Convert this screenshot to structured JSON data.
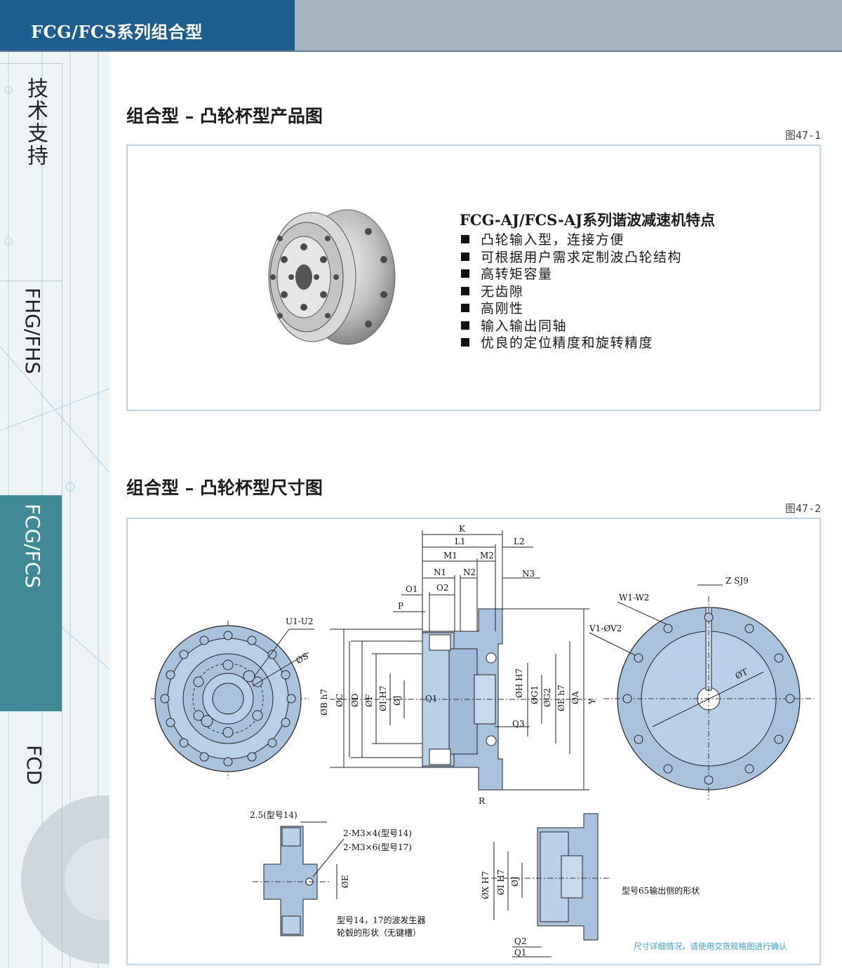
{
  "header": {
    "title": "FCG/FCS系列组合型"
  },
  "sidebar": {
    "tabs": [
      {
        "label": "技术支持"
      },
      {
        "label": "FHG/FHS"
      },
      {
        "label": "FCG/FCS"
      },
      {
        "label": "FCD"
      }
    ]
  },
  "section1": {
    "title": "组合型 – 凸轮杯型产品图",
    "figure_label": "图47-1",
    "features_title": "FCG-AJ/FCS-AJ系列谐波减速机特点",
    "features": [
      "凸轮输入型，连接方便",
      "可根据用户需求定制波凸轮结构",
      "高转矩容量",
      "无齿隙",
      "高刚性",
      "输入输出同轴",
      "优良的定位精度和旋转精度"
    ]
  },
  "section2": {
    "title": "组合型 – 凸轮杯型尺寸图",
    "figure_label": "图47-2",
    "labels": {
      "K": "K",
      "L1": "L1",
      "L2": "L2",
      "M1": "M1",
      "M2": "M2",
      "N1": "N1",
      "N2": "N2",
      "N3": "N3",
      "O1": "O1",
      "O2": "O2",
      "P": "P",
      "U1U2": "U1-U2",
      "S": "ØS",
      "B": "ØB h7",
      "C": "ØC",
      "D": "ØD",
      "F": "ØF",
      "I": "ØI H7",
      "J": "ØJ",
      "Q1": "Q1",
      "H": "ØH H7",
      "G1": "ØG1",
      "G2": "ØG2",
      "E": "ØE h7",
      "A": "ØA",
      "Q3": "Q3",
      "R": "R",
      "Y": "Y",
      "ZSJ9": "Z SJ9",
      "W1W2": "W1-W2",
      "V1V2": "V1-ØV2",
      "T": "ØT",
      "dim25": "2.5(型号14)",
      "m3x4": "2-M3×4(型号14)",
      "m3x6": "2-M3×6(型号17)",
      "E2": "ØE",
      "X": "ØX H7",
      "I2": "ØI H7",
      "J2": "ØJ",
      "Q2": "Q2",
      "Q1b": "Q1",
      "cap1a": "型号14，17的波发生器",
      "cap1b": "轮毂的形状（无键槽）",
      "cap2": "型号65输出侧的形状"
    },
    "note": "尺寸详细情况，请使用交货规格图进行确认"
  }
}
